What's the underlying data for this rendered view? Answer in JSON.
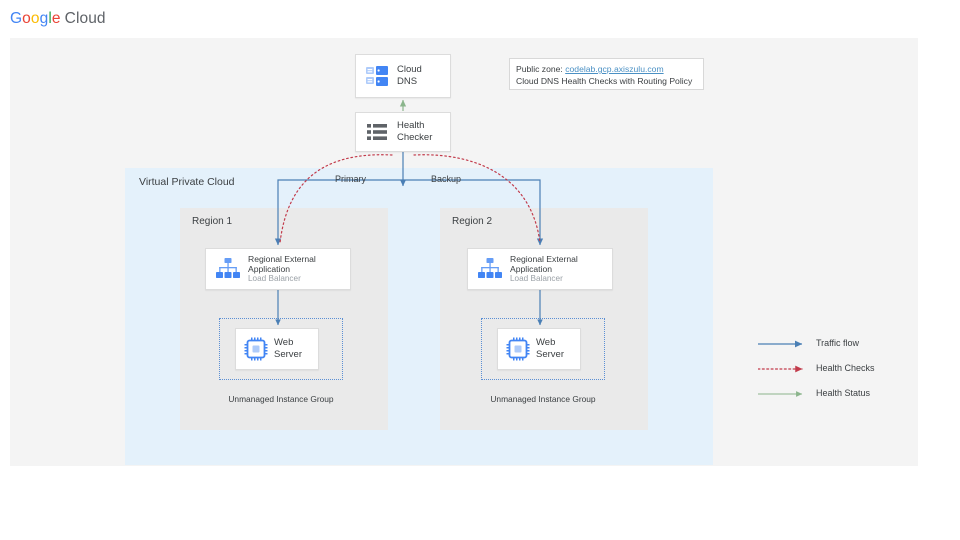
{
  "brand": {
    "google": [
      "G",
      "o",
      "o",
      "g",
      "l",
      "e"
    ],
    "suffix": "Cloud"
  },
  "callout": {
    "public_zone_label": "Public zone:",
    "public_zone_value": "codelab.gcp.axiszulu.com",
    "description": "Cloud DNS Health Checks with Routing Policy"
  },
  "nodes": {
    "cloud_dns": {
      "label": "Cloud DNS",
      "icon": "cloud-dns-icon"
    },
    "health_checker": {
      "line1": "Health",
      "line2": "Checker",
      "icon": "health-checker-list-icon"
    },
    "load_balancer_1": {
      "line1": "Regional External",
      "line2": "Application",
      "sub": "Load Balancer",
      "icon": "load-balancer-icon"
    },
    "load_balancer_2": {
      "line1": "Regional External",
      "line2": "Application",
      "sub": "Load Balancer",
      "icon": "load-balancer-icon"
    },
    "web_server_1": {
      "line1": "Web",
      "line2": "Server",
      "icon": "cpu-chip-icon"
    },
    "web_server_2": {
      "line1": "Web",
      "line2": "Server",
      "icon": "cpu-chip-icon"
    }
  },
  "containers": {
    "vpc_label": "Virtual Private Cloud",
    "region_1_label": "Region 1",
    "region_2_label": "Region 2",
    "instance_group_1_label": "Unmanaged Instance Group",
    "instance_group_2_label": "Unmanaged Instance Group"
  },
  "edge_labels": {
    "primary": "Primary",
    "backup": "Backup"
  },
  "legend": {
    "items": [
      {
        "label": "Traffic flow",
        "style": "solid",
        "color": "#4a7fb5"
      },
      {
        "label": "Health Checks",
        "style": "dotted",
        "color": "#c23b4b"
      },
      {
        "label": "Health Status",
        "style": "solid",
        "color": "#8bb58c"
      }
    ]
  },
  "colors": {
    "slide_background": "#f4f4f4",
    "vpc_background": "#e4f1fb",
    "region_background": "#eaeaea",
    "traffic_flow": "#4a7fb5",
    "health_checks": "#c23b4b",
    "health_status": "#8bb58c",
    "icon_blue": "#669df6",
    "icon_gray": "#5f6368",
    "link_blue": "#4a90c4",
    "text": "#3c4043",
    "subtext": "#9aa0a6"
  }
}
